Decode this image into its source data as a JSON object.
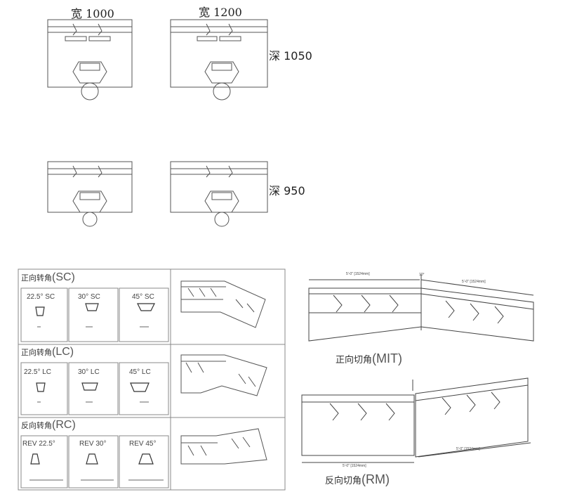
{
  "plan_views": {
    "width_labels": [
      "宽 1000",
      "宽 1200"
    ],
    "depth_labels": [
      "深 1050",
      "深 950"
    ]
  },
  "table": {
    "sections": [
      {
        "header_cn": "正向转角",
        "header_code": "(SC)",
        "cells": [
          "22.5° SC",
          "30° SC",
          "45° SC"
        ]
      },
      {
        "header_cn": "正向转角",
        "header_code": "(LC)",
        "cells": [
          "22.5° LC",
          "30° LC",
          "45° LC"
        ]
      },
      {
        "header_cn": "反向转角",
        "header_code": "(RC)",
        "cells": [
          "REV 22.5°",
          "REV 30°",
          "REV 45°"
        ]
      }
    ]
  },
  "consoles": [
    {
      "caption_cn": "正向切角",
      "caption_code": "(MIT)",
      "dims": [
        "5'-0\" [1524mm]",
        "5'-0\" [1524mm]",
        "10°"
      ]
    },
    {
      "caption_cn": "反向切角",
      "caption_code": "(RM)",
      "dims": [
        "5'-0\" [1524mm]",
        "5'-0\" [1524mm]"
      ]
    }
  ]
}
